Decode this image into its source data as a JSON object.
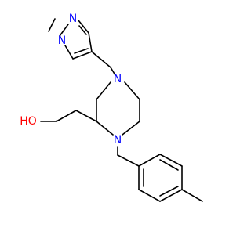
{
  "colors": {
    "bond": "#000000",
    "nitrogen": "#0000ff",
    "oxygen": "#ff0000",
    "background": "#ffffff"
  },
  "atom_labels": {
    "n_pyrazole_1": "N",
    "n_pyrazole_2": "N",
    "n_piperazine_4": "N",
    "n_piperazine_1": "N",
    "hydroxyl": "HO"
  }
}
